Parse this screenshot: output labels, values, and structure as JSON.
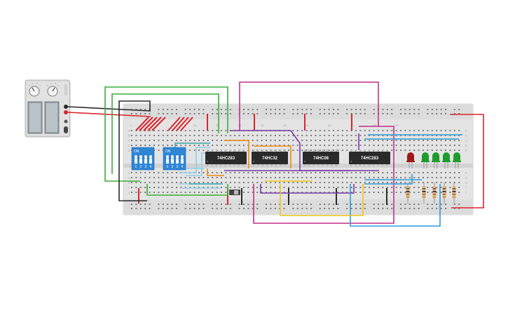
{
  "breadboard": {
    "column_numbers": [
      "1",
      "5",
      "10",
      "15",
      "20",
      "25",
      "30",
      "35",
      "40",
      "45",
      "50",
      "55",
      "60"
    ],
    "row_letters_top": [
      "A",
      "B",
      "C",
      "D",
      "E"
    ],
    "row_letters_bottom": [
      "F",
      "G",
      "H",
      "I",
      "J"
    ]
  },
  "chips": [
    {
      "label": "74HC283"
    },
    {
      "label": "74HC32"
    },
    {
      "label": "74HC08"
    },
    {
      "label": "74HC283"
    }
  ],
  "dip_switches": [
    {
      "label": "ON",
      "positions": [
        "1",
        "2",
        "3",
        "4"
      ]
    },
    {
      "label": "ON",
      "positions": [
        "1",
        "2",
        "3",
        "4"
      ]
    }
  ],
  "leds": [
    {
      "color": "#a01818"
    },
    {
      "color": "#1e9c2e"
    },
    {
      "color": "#1e9c2e"
    },
    {
      "color": "#1e9c2e"
    },
    {
      "color": "#1e9c2e"
    }
  ],
  "power_supply": {
    "dial_labels": [
      "0",
      "1",
      "2",
      "3",
      "0",
      "1",
      "2",
      "3"
    ]
  },
  "wire_colors": {
    "red": "#d9262c",
    "black": "#2a2a2a",
    "green": "#3aae3a",
    "magenta": "#c4308c",
    "purple": "#7a3aa8",
    "orange": "#ef8a12",
    "blue": "#2e9bd6",
    "light_blue": "#8fcfe6",
    "yellow": "#f1c714",
    "teal": "#3aa7b0"
  }
}
